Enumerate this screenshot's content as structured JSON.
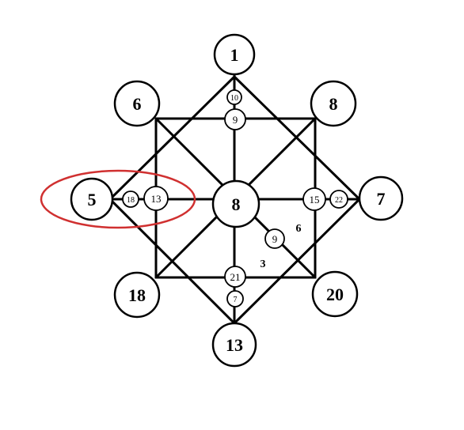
{
  "outer_nodes": {
    "top": "1",
    "top_left": "6",
    "top_right": "8",
    "left": "5",
    "right": "7",
    "bottom_left": "18",
    "bottom_right": "20",
    "bottom": "13"
  },
  "center_node": "8",
  "inner_nodes": {
    "top_small": "10",
    "top_mid": "9",
    "left_small": "18",
    "left_mid": "13",
    "right_mid": "15",
    "right_small": "22",
    "diag_mid": "9",
    "bottom_mid": "21",
    "bottom_small": "7"
  },
  "edge_labels": {
    "upper": "6",
    "lower": "3"
  },
  "highlight_color": "#d03030"
}
